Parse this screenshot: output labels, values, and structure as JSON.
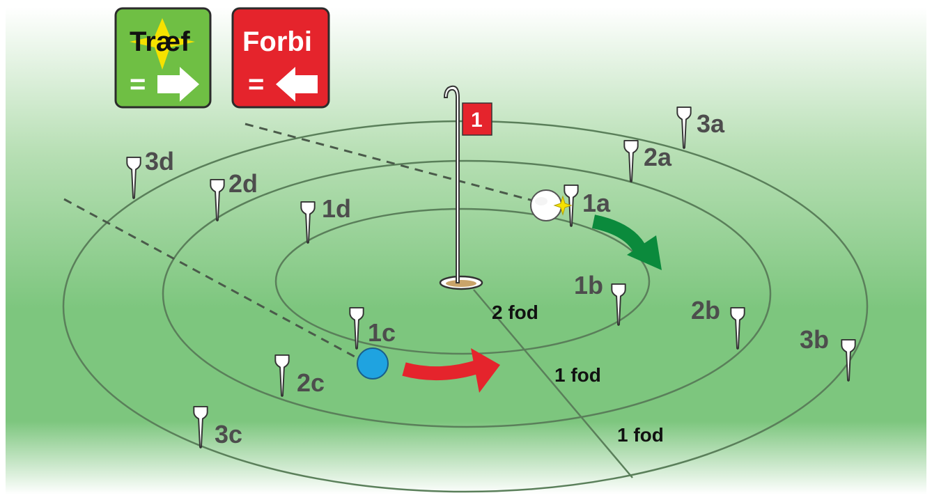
{
  "legend": {
    "hit": {
      "label": "Træf",
      "symbol": "=",
      "arrow": "right-arrow-icon",
      "color": "#6fbf44"
    },
    "miss": {
      "label": "Forbi",
      "symbol": "=",
      "arrow": "left-arrow-icon",
      "color": "#e5242c"
    }
  },
  "flag": {
    "number": "1",
    "color": "#e5242c"
  },
  "distances": [
    "2 fod",
    "1 fod",
    "1 fod"
  ],
  "tees": {
    "1a": "1a",
    "1b": "1b",
    "1c": "1c",
    "1d": "1d",
    "2a": "2a",
    "2b": "2b",
    "2c": "2c",
    "2d": "2d",
    "3a": "3a",
    "3b": "3b",
    "3c": "3c",
    "3d": "3d"
  },
  "colors": {
    "grass": "#7dc67e",
    "hit_arrow": "#0b8a3c",
    "miss_arrow": "#e5242c",
    "blue_ball": "#1fa3e0"
  }
}
